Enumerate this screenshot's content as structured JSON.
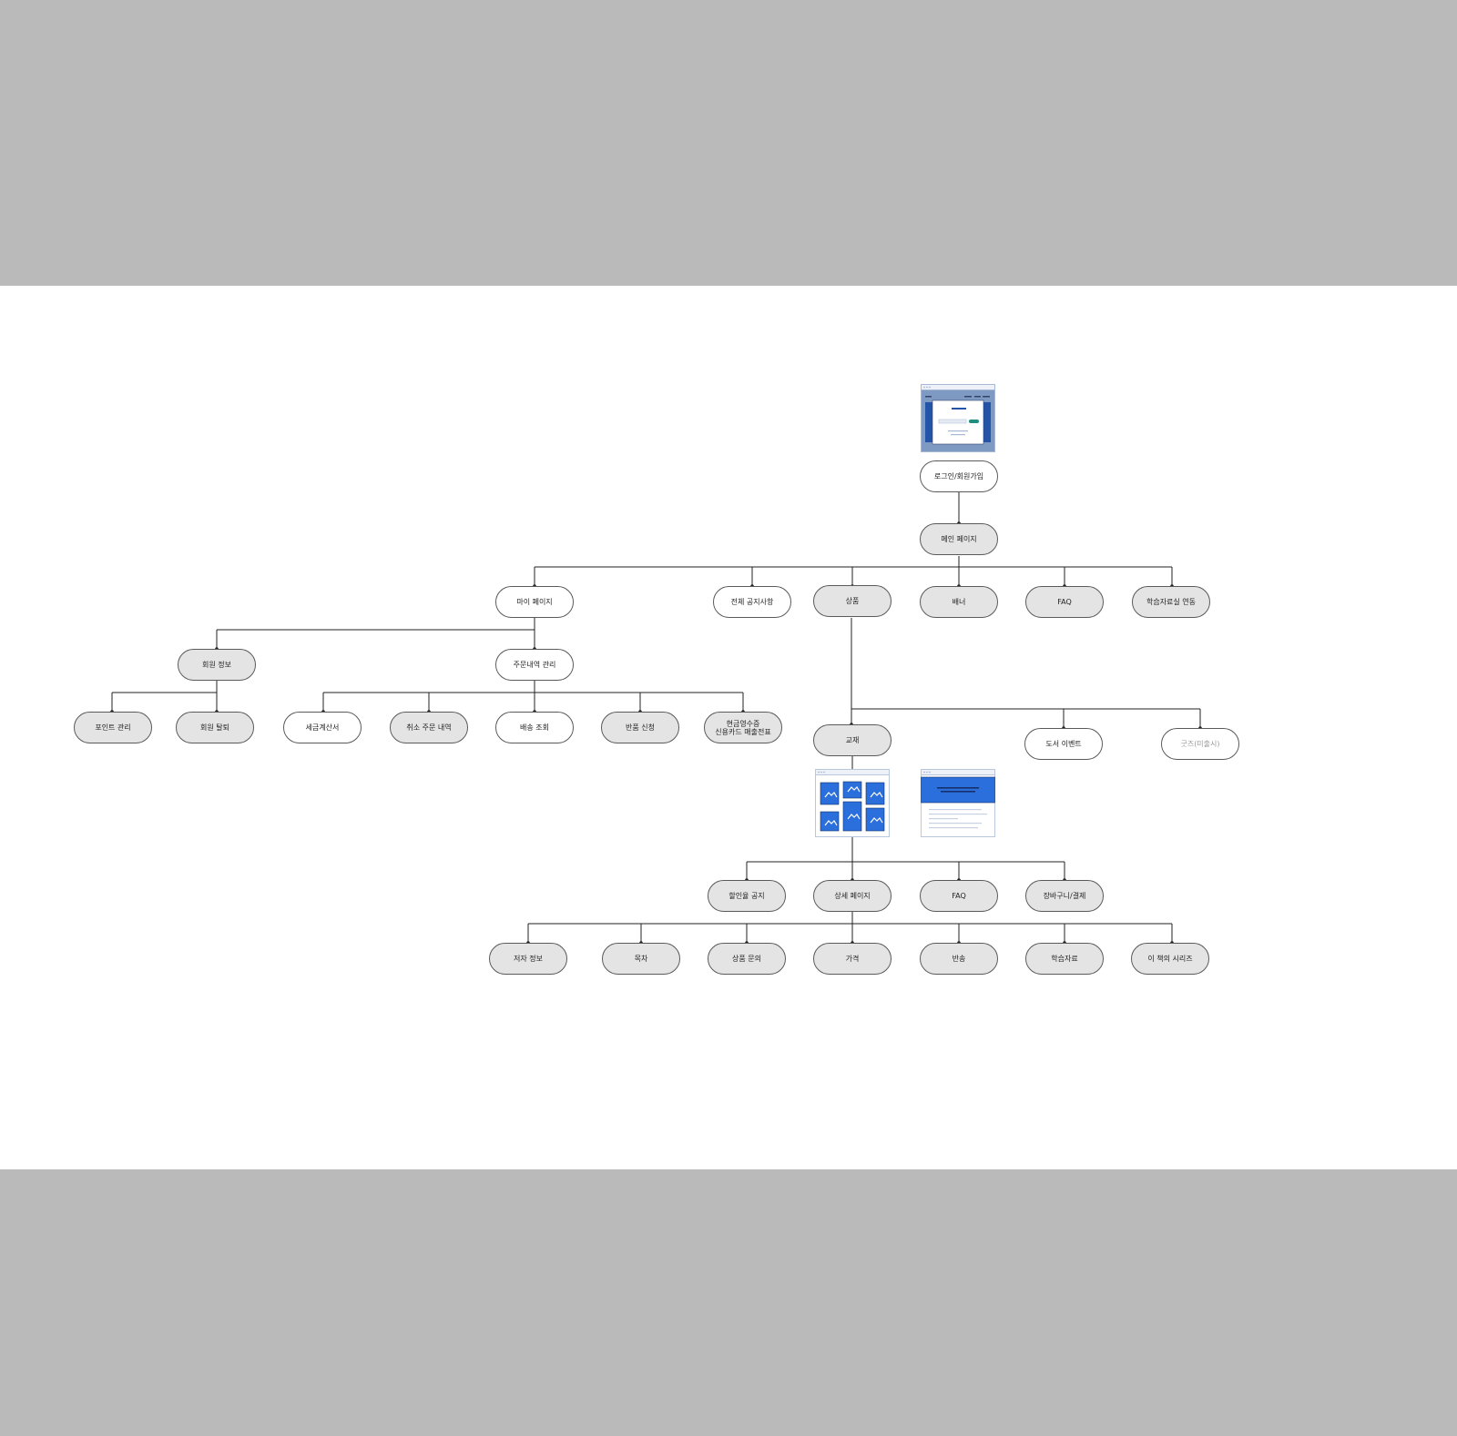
{
  "nodes": {
    "login": "로그인/회원가입",
    "main": "메인 페이지",
    "mypage": "마이 페이지",
    "notice": "전체 공지사항",
    "product": "상품",
    "banner": "배너",
    "faq_top": "FAQ",
    "study_link": "학습자료실 연동",
    "member_info": "회원 정보",
    "order_mgmt": "주문내역 관리",
    "point": "포인트 관리",
    "withdraw": "회원 탈퇴",
    "tax_invoice": "세금계산서",
    "cancel_history": "취소 주문 내역",
    "delivery": "배송 조회",
    "return_req": "반품 신청",
    "cash_receipt": "현금영수증\n신용카드 매출전표",
    "textbook": "교재",
    "book_event": "도서 이벤트",
    "goods": "굿즈(미출시)",
    "discount_notice": "할인율 공지",
    "detail_page": "상세 페이지",
    "faq_sub": "FAQ",
    "cart": "장바구니/결제",
    "author": "저자 정보",
    "toc": "목차",
    "inquiry": "상품 문의",
    "price": "가격",
    "return_item": "반송",
    "study_material": "학습자료",
    "series": "이 책의 시리즈"
  },
  "colors": {
    "node_fill": "#e4e4e4",
    "node_border": "#5a5a5a",
    "connector": "#222222",
    "band": "#bababa",
    "accent_blue": "#2a6fdb"
  },
  "icons": {
    "login_preview": "login-popup-wireframe-icon",
    "gallery_preview": "image-gallery-wireframe-icon",
    "article_preview": "article-wireframe-icon"
  }
}
